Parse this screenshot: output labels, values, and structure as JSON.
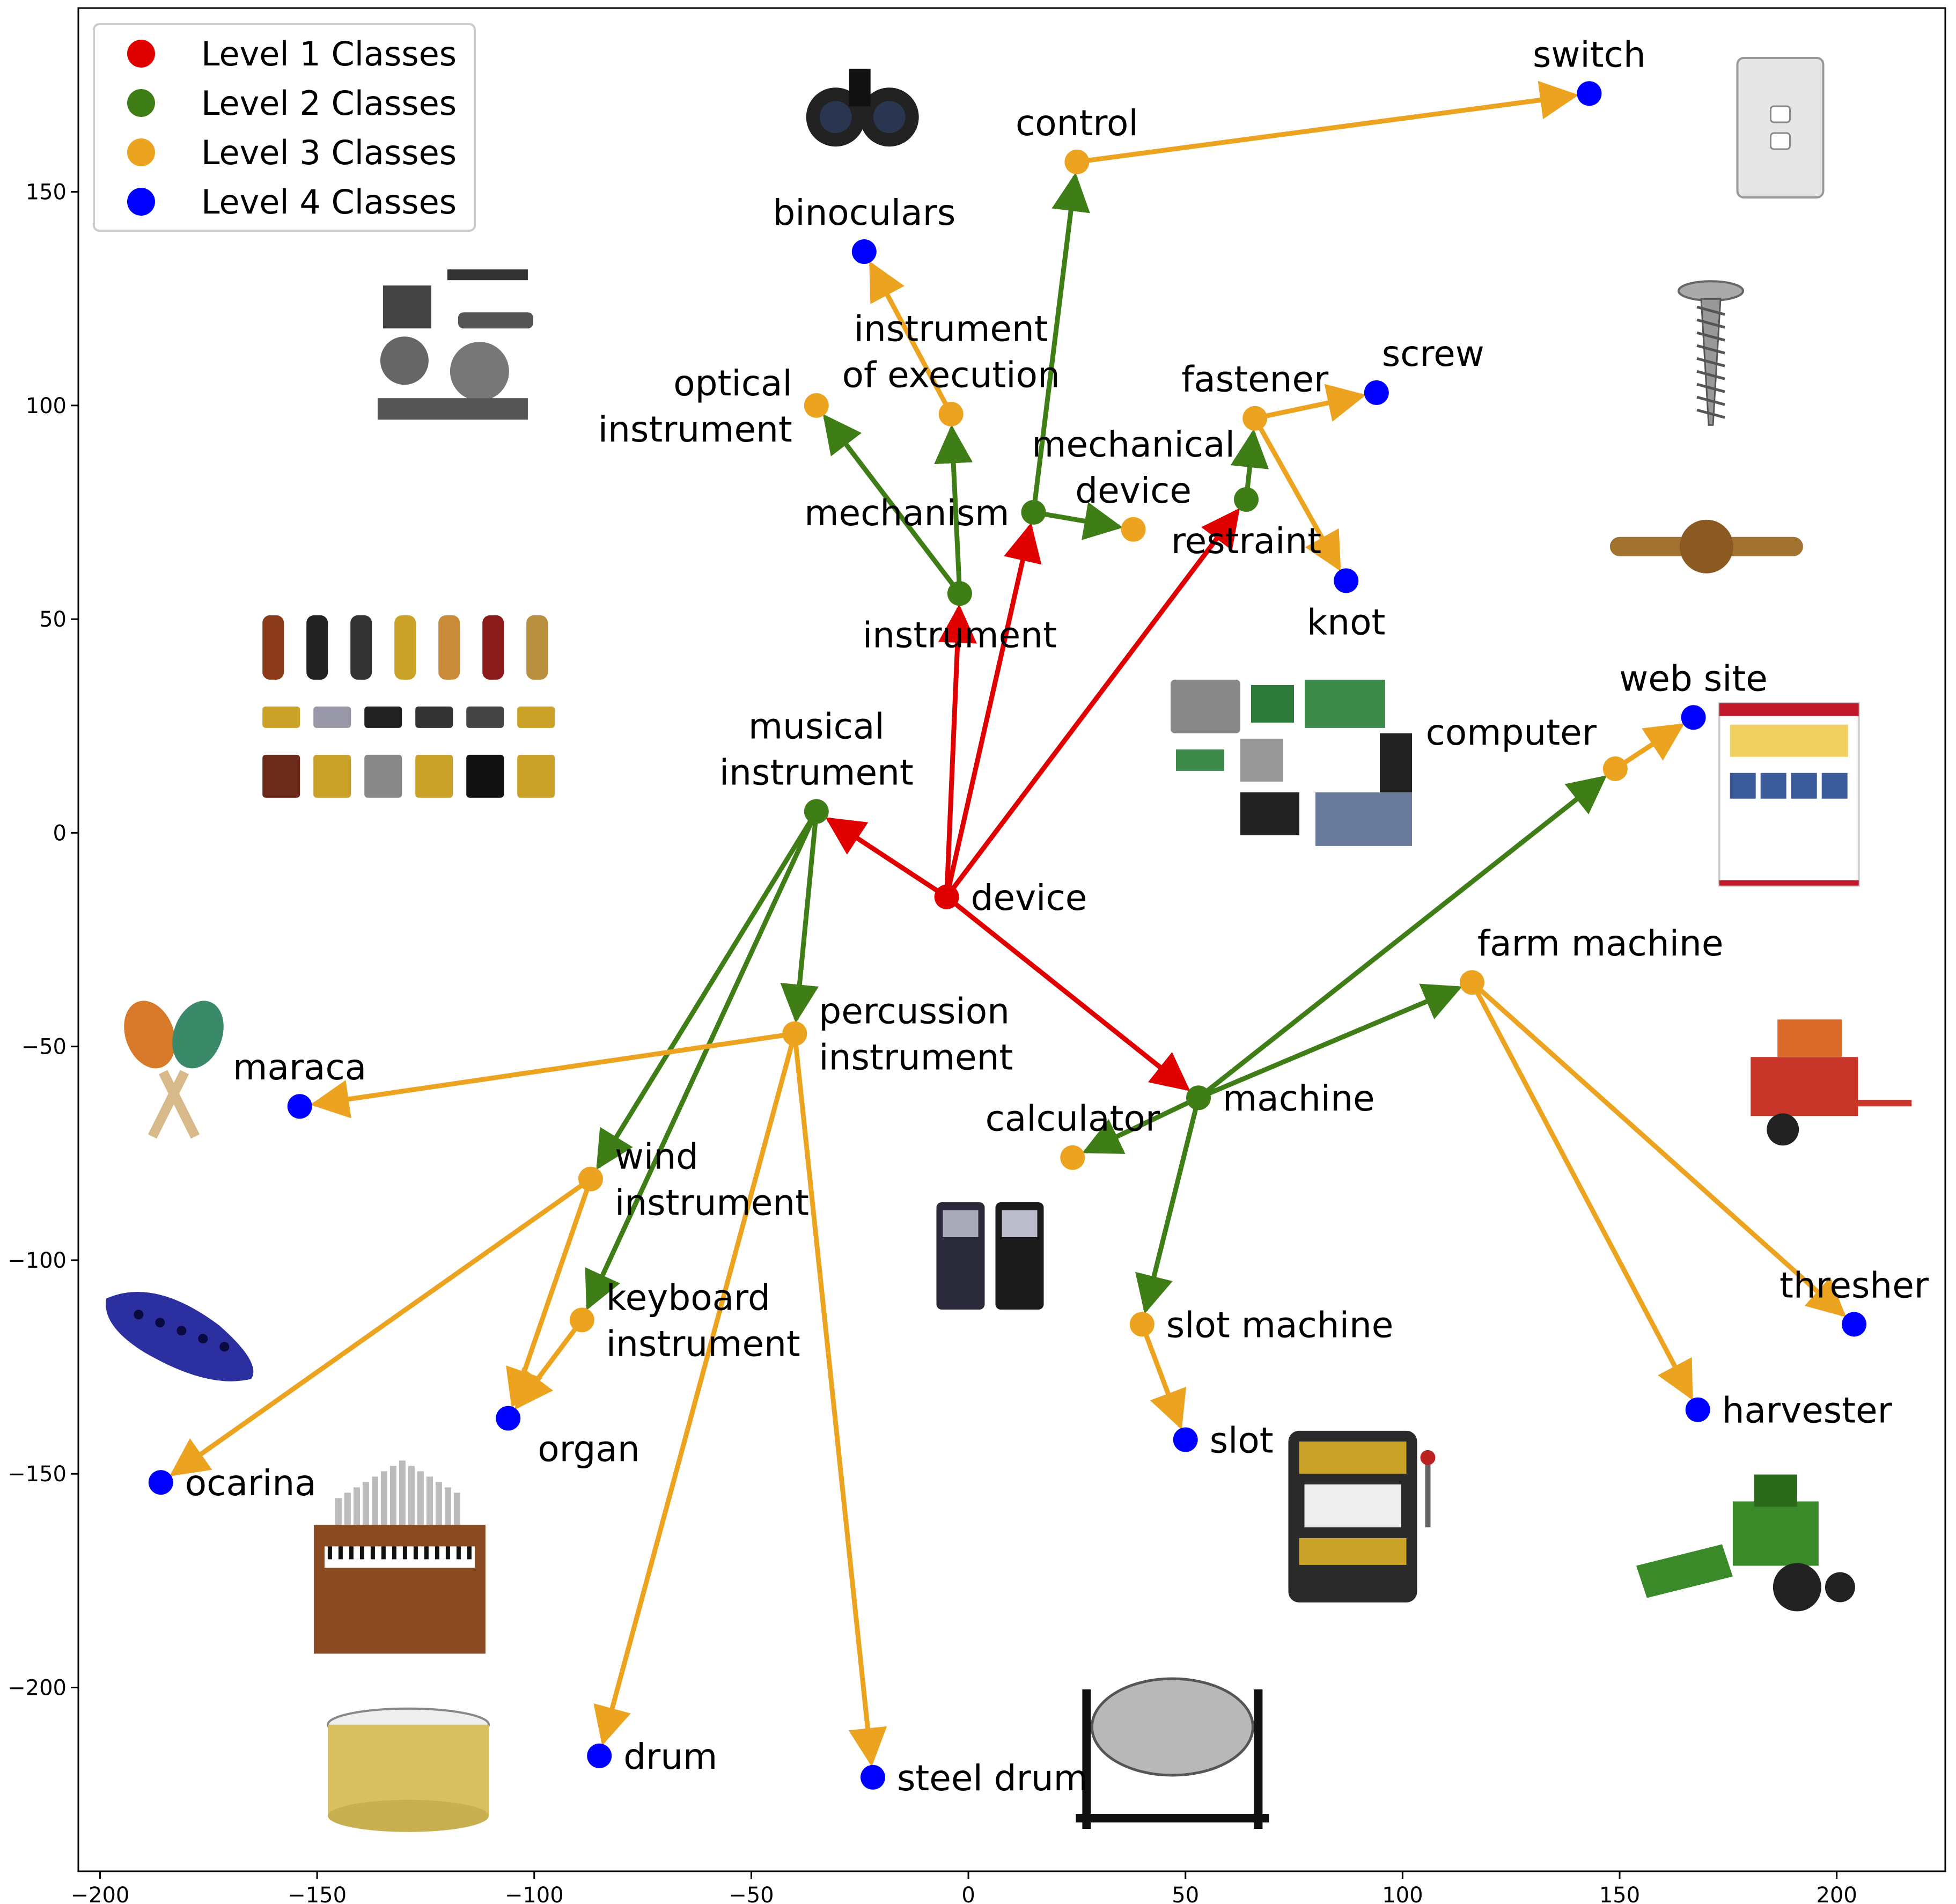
{
  "chart_data": {
    "type": "scatter",
    "title": "",
    "xlabel": "",
    "ylabel": "",
    "xlim": [
      -205,
      225
    ],
    "ylim": [
      -243,
      193
    ],
    "xticks": [
      -200,
      -150,
      -100,
      -50,
      0,
      50,
      100,
      150,
      200
    ],
    "yticks": [
      -200,
      -150,
      -100,
      -50,
      0,
      50,
      100,
      150
    ],
    "xtick_labels": [
      "−200",
      "−150",
      "−100",
      "−50",
      "0",
      "50",
      "100",
      "150",
      "200"
    ],
    "ytick_labels": [
      "−200",
      "−150",
      "−100",
      "−50",
      "0",
      "50",
      "100",
      "150"
    ],
    "grid": false,
    "legend_position": "top-left",
    "levels": [
      {
        "name": "Level 1 Classes",
        "color": "#e00000"
      },
      {
        "name": "Level 2 Classes",
        "color": "#3f7d17"
      },
      {
        "name": "Level 3 Classes",
        "color": "#eca420"
      },
      {
        "name": "Level 4 Classes",
        "color": "#0000ff"
      }
    ],
    "nodes": [
      {
        "id": "device",
        "label": [
          "device"
        ],
        "x": -5,
        "y": -15,
        "level": 1,
        "label_side": "right"
      },
      {
        "id": "instrument",
        "label": [
          "instrument"
        ],
        "x": -2,
        "y": 56,
        "level": 2,
        "label_side": "below"
      },
      {
        "id": "mechanism",
        "label": [
          "mechanism"
        ],
        "x": 15,
        "y": 75,
        "level": 2,
        "label_side": "left"
      },
      {
        "id": "restraint",
        "label": [
          "restraint"
        ],
        "x": 64,
        "y": 78,
        "level": 2,
        "label_side": "below"
      },
      {
        "id": "musical_instrument",
        "label": [
          "musical",
          "instrument"
        ],
        "x": -35,
        "y": 5,
        "level": 2,
        "label_side": "above"
      },
      {
        "id": "machine",
        "label": [
          "machine"
        ],
        "x": 53,
        "y": -62,
        "level": 2,
        "label_side": "right"
      },
      {
        "id": "optical_instrument",
        "label": [
          "optical",
          "instrument"
        ],
        "x": -35,
        "y": 100,
        "level": 3,
        "label_side": "left"
      },
      {
        "id": "instrument_of_execution",
        "label": [
          "instrument",
          "of execution"
        ],
        "x": -4,
        "y": 98,
        "level": 3,
        "label_side": "above"
      },
      {
        "id": "control",
        "label": [
          "control"
        ],
        "x": 25,
        "y": 157,
        "level": 3,
        "label_side": "above"
      },
      {
        "id": "mechanical_device",
        "label": [
          "mechanical",
          "device"
        ],
        "x": 38,
        "y": 71,
        "level": 3,
        "label_side": "above"
      },
      {
        "id": "fastener",
        "label": [
          "fastener"
        ],
        "x": 66,
        "y": 97,
        "level": 3,
        "label_side": "above"
      },
      {
        "id": "percussion_instrument",
        "label": [
          "percussion",
          "instrument"
        ],
        "x": -40,
        "y": -47,
        "level": 3,
        "label_side": "right"
      },
      {
        "id": "wind_instrument",
        "label": [
          "wind",
          "instrument"
        ],
        "x": -87,
        "y": -81,
        "level": 3,
        "label_side": "right"
      },
      {
        "id": "keyboard_instrument",
        "label": [
          "keyboard",
          "instrument"
        ],
        "x": -89,
        "y": -114,
        "level": 3,
        "label_side": "right"
      },
      {
        "id": "calculator",
        "label": [
          "calculator"
        ],
        "x": 24,
        "y": -76,
        "level": 3,
        "label_side": "above"
      },
      {
        "id": "computer",
        "label": [
          "computer"
        ],
        "x": 149,
        "y": 15,
        "level": 3,
        "label_side": "left-above"
      },
      {
        "id": "farm_machine",
        "label": [
          "farm machine"
        ],
        "x": 116,
        "y": -35,
        "level": 3,
        "label_side": "right-above"
      },
      {
        "id": "slot_machine",
        "label": [
          "slot machine"
        ],
        "x": 40,
        "y": -115,
        "level": 3,
        "label_side": "right"
      },
      {
        "id": "binoculars",
        "label": [
          "binoculars"
        ],
        "x": -24,
        "y": 136,
        "level": 4,
        "label_side": "above"
      },
      {
        "id": "switch",
        "label": [
          "switch"
        ],
        "x": 143,
        "y": 173,
        "level": 4,
        "label_side": "above"
      },
      {
        "id": "screw",
        "label": [
          "screw"
        ],
        "x": 94,
        "y": 103,
        "level": 4,
        "label_side": "right-above"
      },
      {
        "id": "knot",
        "label": [
          "knot"
        ],
        "x": 87,
        "y": 59,
        "level": 4,
        "label_side": "below"
      },
      {
        "id": "web_site",
        "label": [
          "web site"
        ],
        "x": 167,
        "y": 27,
        "level": 4,
        "label_side": "above"
      },
      {
        "id": "maraca",
        "label": [
          "maraca"
        ],
        "x": -154,
        "y": -64,
        "level": 4,
        "label_side": "above"
      },
      {
        "id": "ocarina",
        "label": [
          "ocarina"
        ],
        "x": -186,
        "y": -152,
        "level": 4,
        "label_side": "right"
      },
      {
        "id": "organ",
        "label": [
          "organ"
        ],
        "x": -106,
        "y": -137,
        "level": 4,
        "label_side": "right-below"
      },
      {
        "id": "drum",
        "label": [
          "drum"
        ],
        "x": -85,
        "y": -216,
        "level": 4,
        "label_side": "right"
      },
      {
        "id": "steel_drum",
        "label": [
          "steel drum"
        ],
        "x": -22,
        "y": -221,
        "level": 4,
        "label_side": "right"
      },
      {
        "id": "slot",
        "label": [
          "slot"
        ],
        "x": 50,
        "y": -142,
        "level": 4,
        "label_side": "right"
      },
      {
        "id": "thresher",
        "label": [
          "thresher"
        ],
        "x": 204,
        "y": -115,
        "level": 4,
        "label_side": "above"
      },
      {
        "id": "harvester",
        "label": [
          "harvester"
        ],
        "x": 168,
        "y": -135,
        "level": 4,
        "label_side": "right"
      }
    ],
    "edges": [
      {
        "from": "device",
        "to": "instrument",
        "color": "#e00000"
      },
      {
        "from": "device",
        "to": "mechanism",
        "color": "#e00000"
      },
      {
        "from": "device",
        "to": "restraint",
        "color": "#e00000"
      },
      {
        "from": "device",
        "to": "musical_instrument",
        "color": "#e00000"
      },
      {
        "from": "device",
        "to": "machine",
        "color": "#e00000"
      },
      {
        "from": "instrument",
        "to": "optical_instrument",
        "color": "#3f7d17"
      },
      {
        "from": "instrument",
        "to": "instrument_of_execution",
        "color": "#3f7d17"
      },
      {
        "from": "mechanism",
        "to": "control",
        "color": "#3f7d17"
      },
      {
        "from": "mechanism",
        "to": "mechanical_device",
        "color": "#3f7d17"
      },
      {
        "from": "restraint",
        "to": "fastener",
        "color": "#3f7d17"
      },
      {
        "from": "musical_instrument",
        "to": "percussion_instrument",
        "color": "#3f7d17"
      },
      {
        "from": "musical_instrument",
        "to": "wind_instrument",
        "color": "#3f7d17"
      },
      {
        "from": "musical_instrument",
        "to": "keyboard_instrument",
        "color": "#3f7d17"
      },
      {
        "from": "machine",
        "to": "calculator",
        "color": "#3f7d17"
      },
      {
        "from": "machine",
        "to": "computer",
        "color": "#3f7d17"
      },
      {
        "from": "machine",
        "to": "farm_machine",
        "color": "#3f7d17"
      },
      {
        "from": "machine",
        "to": "slot_machine",
        "color": "#3f7d17"
      },
      {
        "from": "instrument_of_execution",
        "to": "binoculars",
        "color": "#eca420"
      },
      {
        "from": "control",
        "to": "switch",
        "color": "#eca420"
      },
      {
        "from": "fastener",
        "to": "screw",
        "color": "#eca420"
      },
      {
        "from": "fastener",
        "to": "knot",
        "color": "#eca420"
      },
      {
        "from": "computer",
        "to": "web_site",
        "color": "#eca420"
      },
      {
        "from": "percussion_instrument",
        "to": "maraca",
        "color": "#eca420"
      },
      {
        "from": "percussion_instrument",
        "to": "drum",
        "color": "#eca420"
      },
      {
        "from": "percussion_instrument",
        "to": "steel_drum",
        "color": "#eca420"
      },
      {
        "from": "wind_instrument",
        "to": "ocarina",
        "color": "#eca420"
      },
      {
        "from": "wind_instrument",
        "to": "organ",
        "color": "#eca420"
      },
      {
        "from": "keyboard_instrument",
        "to": "organ",
        "color": "#eca420"
      },
      {
        "from": "slot_machine",
        "to": "slot",
        "color": "#eca420"
      },
      {
        "from": "farm_machine",
        "to": "thresher",
        "color": "#eca420"
      },
      {
        "from": "farm_machine",
        "to": "harvester",
        "color": "#eca420"
      }
    ],
    "thumbnails": [
      {
        "name": "binoculars-image",
        "x": -25,
        "y": 170,
        "icon": "binoculars-icon"
      },
      {
        "name": "switch-image",
        "x": 187,
        "y": 165,
        "icon": "switch-icon"
      },
      {
        "name": "optical-instruments-image",
        "x": -120,
        "y": 113,
        "icon": "optical-instruments-icon"
      },
      {
        "name": "screw-image",
        "x": 171,
        "y": 113,
        "icon": "screw-icon"
      },
      {
        "name": "knot-image",
        "x": 170,
        "y": 67,
        "icon": "knot-icon"
      },
      {
        "name": "musical-instruments-image",
        "x": -128,
        "y": 17,
        "icon": "musical-instruments-icon"
      },
      {
        "name": "computer-parts-image",
        "x": 75,
        "y": 17,
        "icon": "computer-parts-icon"
      },
      {
        "name": "web-site-image",
        "x": 189,
        "y": 9,
        "icon": "web-page-icon"
      },
      {
        "name": "maraca-image",
        "x": -183,
        "y": -56,
        "icon": "maraca-icon"
      },
      {
        "name": "thresher-image",
        "x": 195,
        "y": -60,
        "icon": "thresher-icon"
      },
      {
        "name": "calculator-image",
        "x": 5,
        "y": -99,
        "icon": "calculator-icon"
      },
      {
        "name": "ocarina-image",
        "x": -180,
        "y": -119,
        "icon": "ocarina-icon"
      },
      {
        "name": "organ-image",
        "x": -131,
        "y": -172,
        "icon": "organ-icon"
      },
      {
        "name": "slot-machine-image",
        "x": 91,
        "y": -160,
        "icon": "slot-machine-icon"
      },
      {
        "name": "harvester-image",
        "x": 181,
        "y": -169,
        "icon": "harvester-icon"
      },
      {
        "name": "drum-image",
        "x": -129,
        "y": -220,
        "icon": "drum-icon"
      },
      {
        "name": "steel-drum-image",
        "x": 47,
        "y": -213,
        "icon": "steel-drum-icon"
      }
    ]
  }
}
